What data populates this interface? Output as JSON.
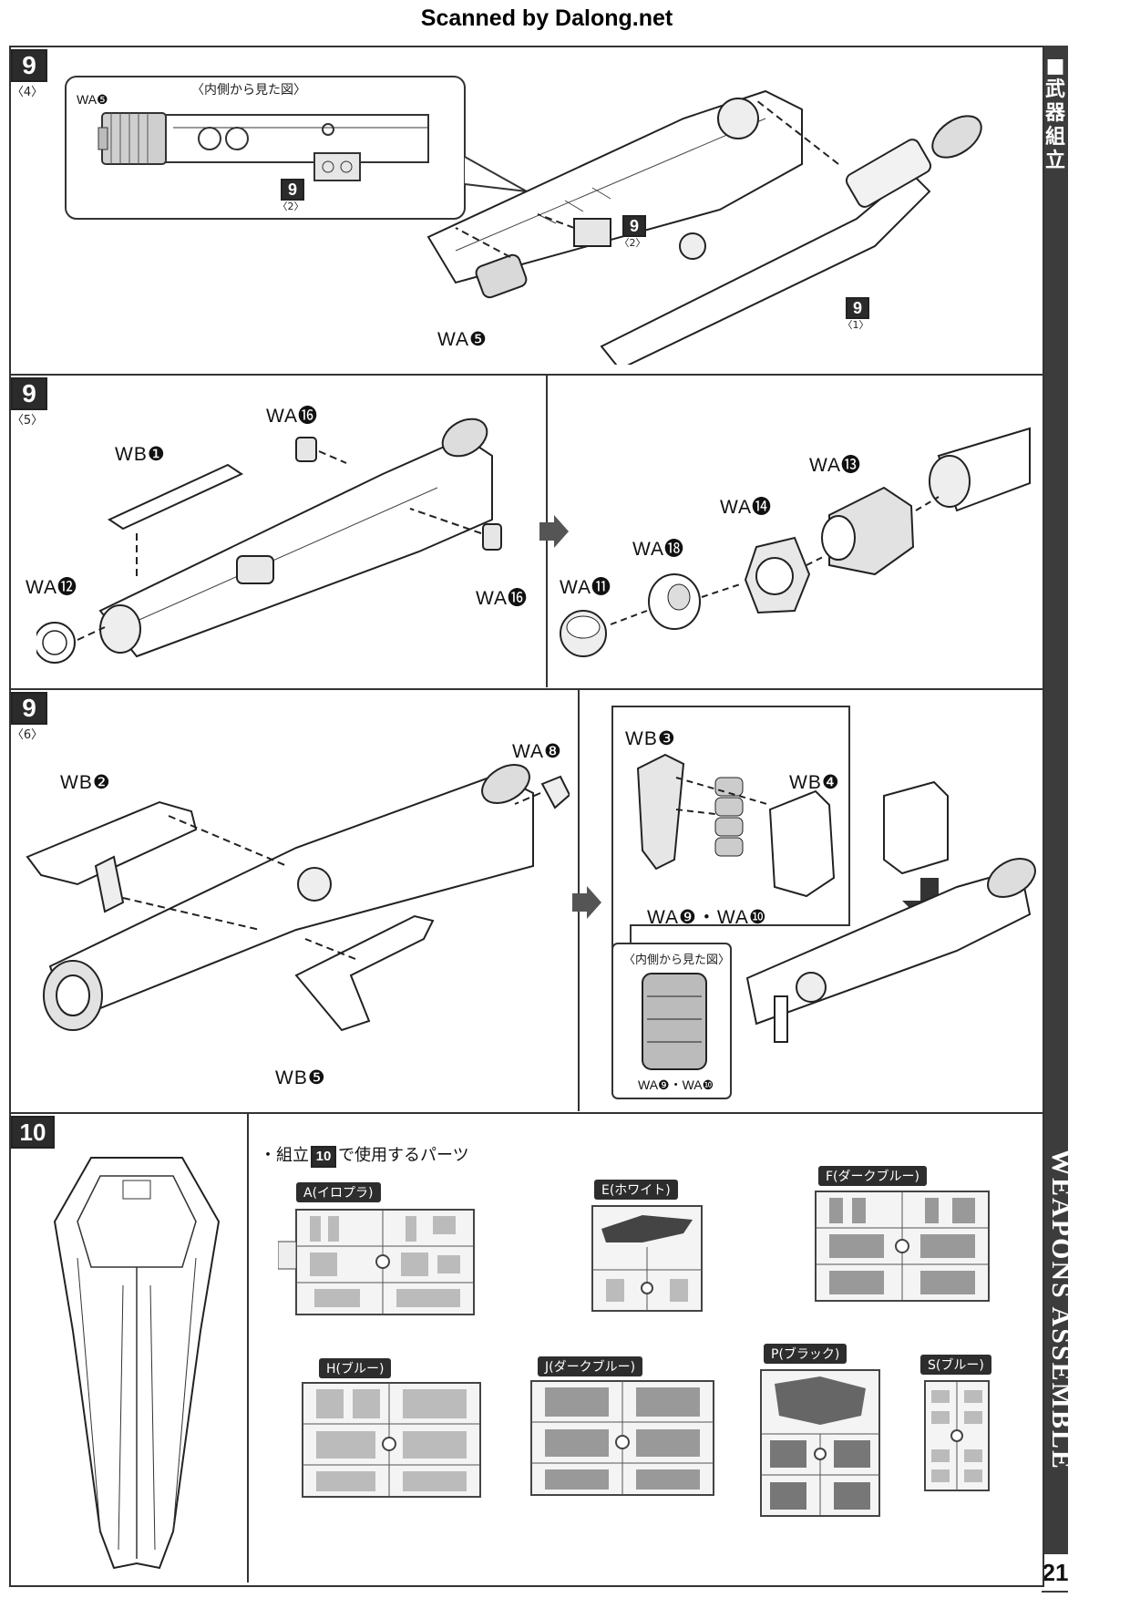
{
  "watermark": "Scanned by Dalong.net",
  "sidebar": {
    "title": "■武器組立",
    "vertical_title": "WEAPONS ASSEMBLE",
    "page_number": "21"
  },
  "step_9_4": {
    "step": "9",
    "sub": "〈4〉",
    "inset_title": "〈内側から見た図〉",
    "inset_part": "WA❺",
    "inset_ref_step": "9",
    "inset_ref_sub": "〈2〉",
    "ref_a_step": "9",
    "ref_a_sub": "〈2〉",
    "ref_b_step": "9",
    "ref_b_sub": "〈1〉",
    "part": "WA❺"
  },
  "step_9_5": {
    "step": "9",
    "sub": "〈5〉",
    "parts": {
      "wb1": "WB❶",
      "wa16_top": "WA⓰",
      "wa16_side": "WA⓰",
      "wa12": "WA⓬",
      "wa13": "WA⓭",
      "wa14": "WA⓮",
      "wa18": "WA⓲",
      "wa11": "WA⓫"
    }
  },
  "step_9_6": {
    "step": "9",
    "sub": "〈6〉",
    "parts": {
      "wb2": "WB❷",
      "wa8": "WA❽",
      "wb5": "WB❺",
      "wb3": "WB❸",
      "wb4": "WB❹",
      "wa9_10": "WA❾・WA❿"
    },
    "inset_title": "〈内側から見た図〉",
    "inset_part": "WA❾・WA❿"
  },
  "step_10": {
    "step": "10",
    "parts_heading_prefix": "・組立",
    "parts_heading_step": "10",
    "parts_heading_suffix": "で使用するパーツ",
    "runners": [
      {
        "label": "A(イロプラ)"
      },
      {
        "label": "E(ホワイト)"
      },
      {
        "label": "F(ダークブルー)"
      },
      {
        "label": "H(ブルー)"
      },
      {
        "label": "J(ダークブルー)"
      },
      {
        "label": "P(ブラック)"
      },
      {
        "label": "S(ブルー)"
      }
    ]
  }
}
